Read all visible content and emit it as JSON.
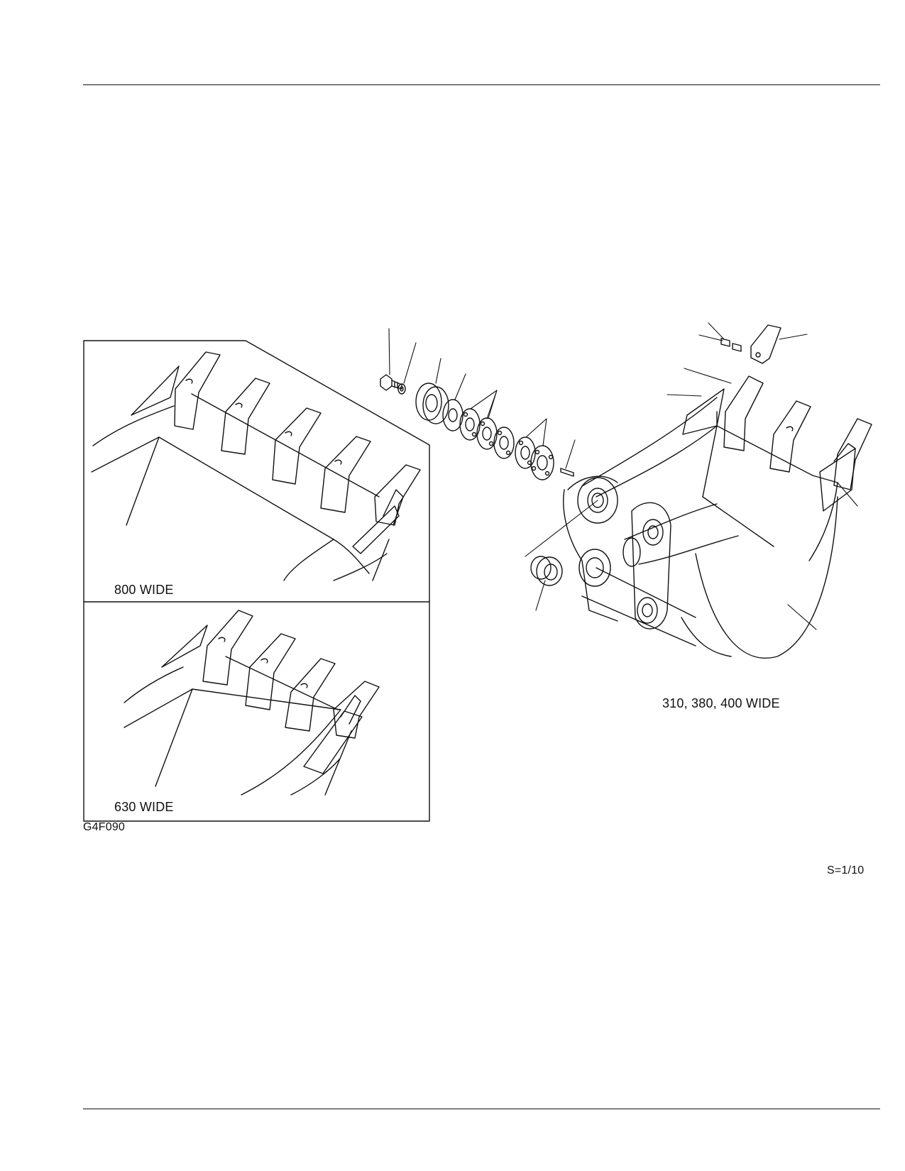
{
  "figure": {
    "code": "G4F090",
    "scale": "S=1/10"
  },
  "views": [
    {
      "label": "800 WIDE"
    },
    {
      "label": "630 WIDE"
    },
    {
      "label": "310, 380, 400 WIDE"
    }
  ]
}
